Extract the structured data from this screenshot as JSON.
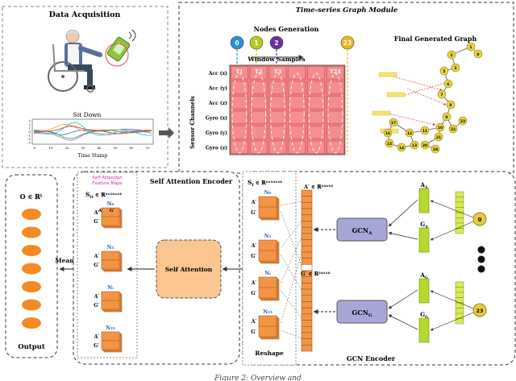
{
  "panels": {
    "data_acquisition": "Data Acquisition",
    "graph_module": "Time-series Graph Module",
    "nodes_generation": "Nodes Generation",
    "window_samples": "Window Samples",
    "final_graph": "Final Generated Graph",
    "self_attention_encoder": "Self Attention Encoder",
    "gcn_encoder": "GCN Encoder",
    "reshape": "Reshape",
    "output": "Output",
    "mean": "Mean",
    "self_attention": "Self Attention",
    "sa_feature_maps_1": "Self Attention",
    "sa_feature_maps_2": "Feature Maps"
  },
  "acquisition": {
    "activity": "Sit Down",
    "xlabel": "Time Stamp",
    "yticks": [
      "3",
      "2",
      "1",
      "0",
      "-1",
      "-2",
      "-3"
    ],
    "xticks": [
      "0",
      "10",
      "20",
      "30",
      "40",
      "50",
      "60",
      "70"
    ],
    "series_colors": [
      "#3b5fc6",
      "#e0a020",
      "#2ca02c",
      "#d62728",
      "#9467bd",
      "#17becf"
    ]
  },
  "node_badges": [
    {
      "label": "0",
      "color": "#2a8fd6"
    },
    {
      "label": "1",
      "color": "#b6c81e"
    },
    {
      "label": "2",
      "color": "#6a2fa0"
    },
    {
      "label": "23",
      "color": "#f2b21b"
    }
  ],
  "sensor_channels_label": "Sensor Channels",
  "channels": [
    "Acc (x)",
    "Acc (y)",
    "Acc (z)",
    "Gyro (x)",
    "Gyro (y)",
    "Gyro (z)"
  ],
  "columns": [
    "T1",
    "T2",
    "T3",
    "",
    "",
    "T24"
  ],
  "graph_nodes": [
    {
      "label": "0"
    },
    {
      "label": "1"
    },
    {
      "label": "2"
    },
    {
      "label": "3"
    },
    {
      "label": "5"
    },
    {
      "label": "6"
    },
    {
      "label": "7"
    },
    {
      "label": "8"
    },
    {
      "label": "9"
    },
    {
      "label": "10"
    },
    {
      "label": "11"
    },
    {
      "label": "12"
    },
    {
      "label": "13"
    },
    {
      "label": "14"
    },
    {
      "label": "15"
    },
    {
      "label": "16"
    },
    {
      "label": "17"
    },
    {
      "label": "19"
    },
    {
      "label": "20"
    },
    {
      "label": "21"
    },
    {
      "label": "22"
    },
    {
      "label": "23"
    }
  ],
  "math": {
    "output": "O ∈ ℝᴸ",
    "so": "S",
    "so_sub": "O",
    "so_dim": " ∈ ℝ²ˣ¹⁶ˣ²⁴",
    "si": "S",
    "si_sub": "I",
    "si_dim": " ∈ ℝ²ˣ¹⁶ˣ²⁴",
    "a_prime": "A′ ∈ ℝ²⁴ˣ¹⁶",
    "g_prime": "G′ ∈ ℝ²⁴ˣ¹⁶",
    "n0": "N₀",
    "n1": "N₁",
    "ni": "Nᵢ",
    "n23": "N₂₃",
    "a": "A′",
    "g": "G′",
    "gcn_a": "GCN",
    "gcn_a_sub": "A",
    "gcn_g": "GCN",
    "gcn_g_sub": "G",
    "aa": "A",
    "aa_sub": "A",
    "ga": "G",
    "ga_sub": "A",
    "ag": "A",
    "ag_sub": "G",
    "gg": "G",
    "gg_sub": "G",
    "in0": "0",
    "in23": "23"
  },
  "caption": "Figure 2: Overview and"
}
